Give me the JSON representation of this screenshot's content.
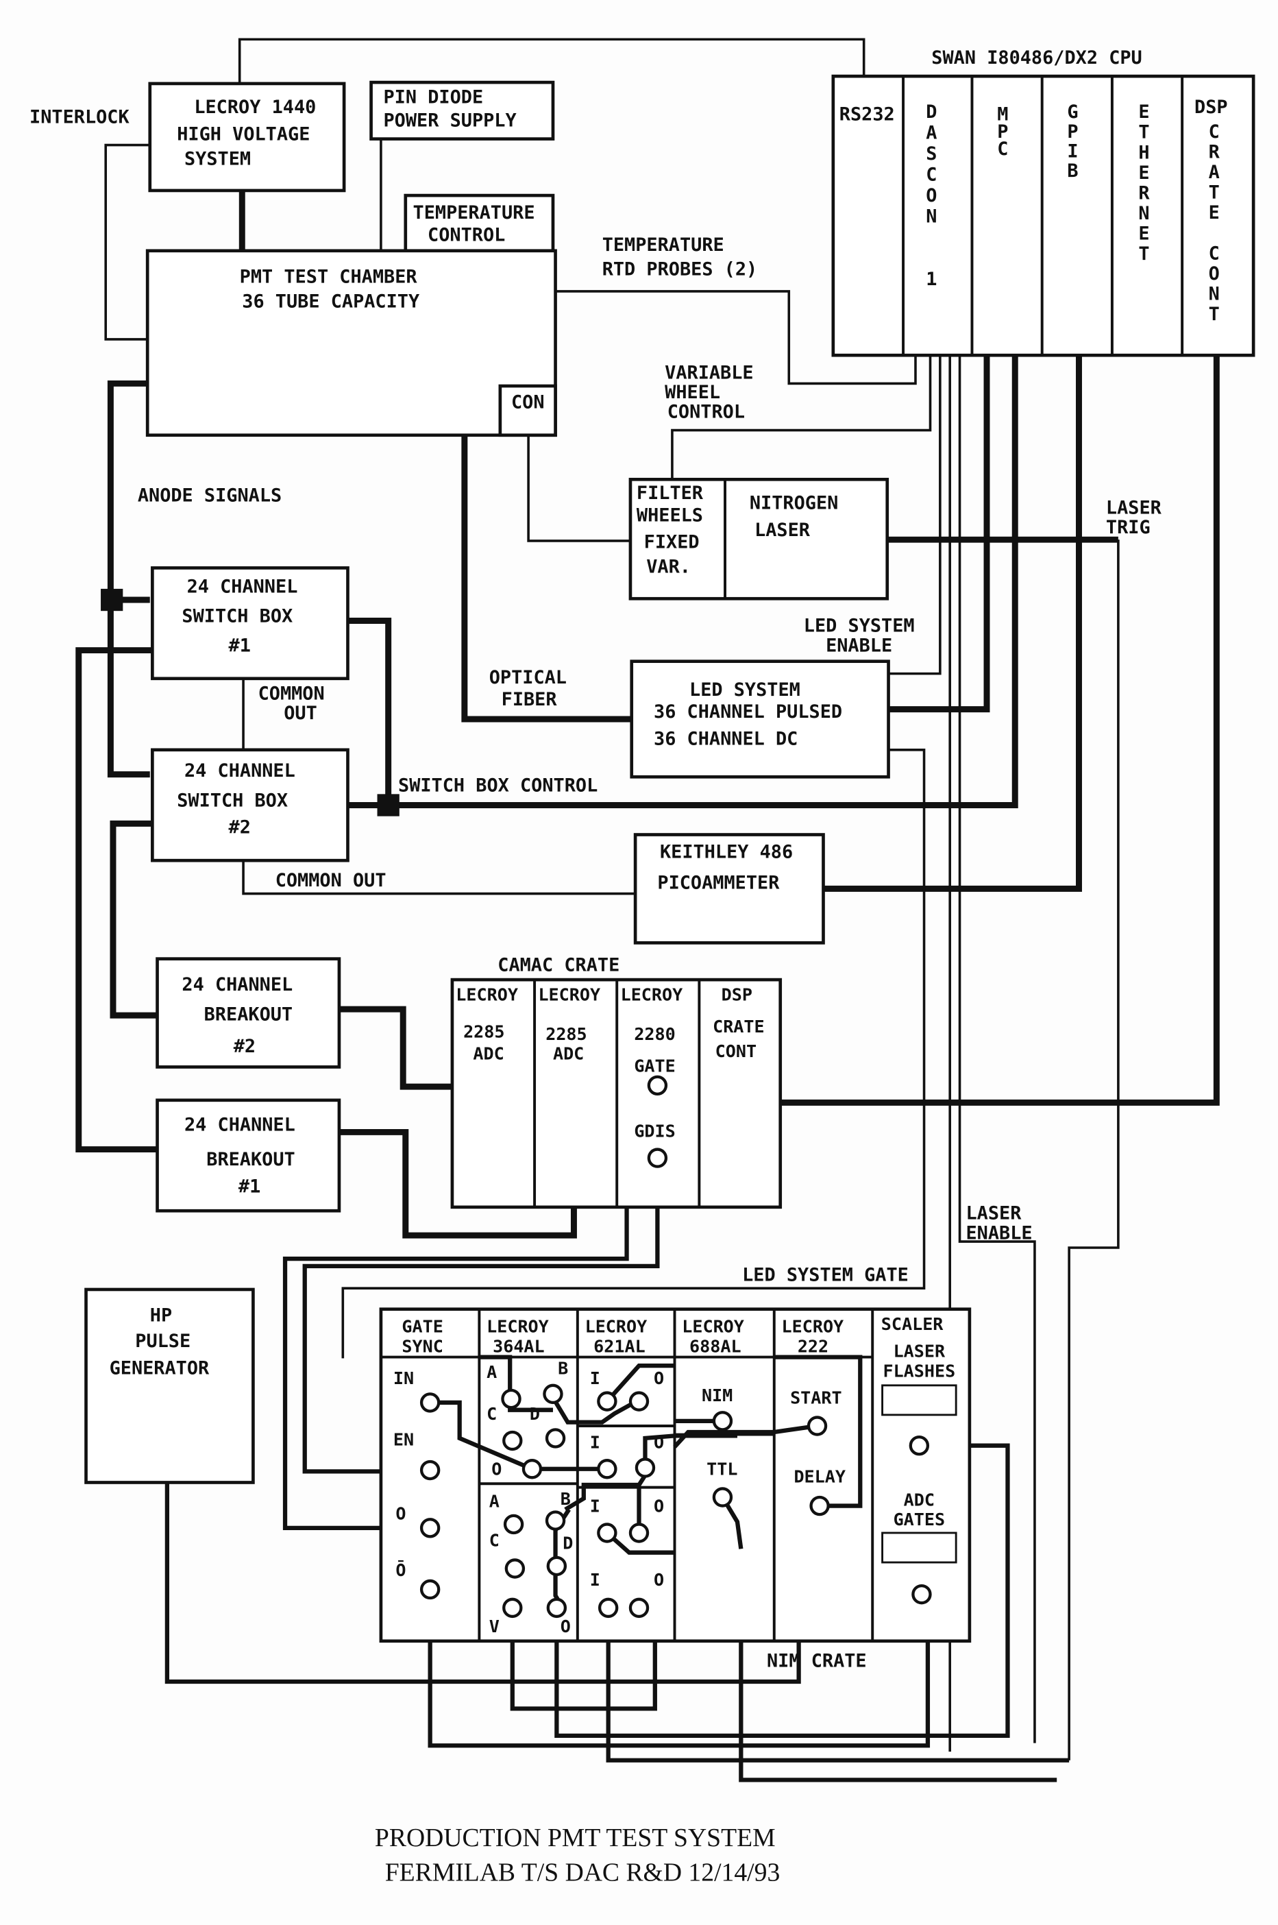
{
  "diagram": {
    "title": "PRODUCTION PMT TEST SYSTEM",
    "subtitle": "FERMILAB T/S DAC R&D 12/14/93",
    "labels": {
      "interlock": "INTERLOCK",
      "temperature_probes_1": "TEMPERATURE",
      "temperature_probes_2": "RTD PROBES (2)",
      "variable_wheel_1": "VARIABLE",
      "variable_wheel_2": "WHEEL",
      "variable_wheel_3": "CONTROL",
      "anode_signals": "ANODE SIGNALS",
      "laser_trig_1": "LASER",
      "laser_trig_2": "TRIG",
      "led_enable_1": "LED SYSTEM",
      "led_enable_2": "ENABLE",
      "optical_fiber_1": "OPTICAL",
      "optical_fiber_2": "FIBER",
      "common_out_1a": "COMMON",
      "common_out_1b": "OUT",
      "switch_box_control": "SWITCH BOX CONTROL",
      "common_out_2": "COMMON OUT",
      "camac_crate": "CAMAC CRATE",
      "laser_enable_1": "LASER",
      "laser_enable_2": "ENABLE",
      "led_system_gate": "LED SYSTEM GATE",
      "nim_crate": "NIM CRATE"
    },
    "boxes": {
      "hv": [
        "LECROY 1440",
        "HIGH VOLTAGE",
        "SYSTEM"
      ],
      "pin": [
        "PIN DIODE",
        "POWER SUPPLY"
      ],
      "temp": [
        "TEMPERATURE",
        "CONTROL"
      ],
      "chamber": [
        "PMT TEST CHAMBER",
        "36 TUBE CAPACITY"
      ],
      "con": "CON",
      "filter": [
        "FILTER",
        "WHEELS",
        "FIXED",
        "VAR."
      ],
      "laser": [
        "NITROGEN",
        "LASER"
      ],
      "switch1": [
        "24 CHANNEL",
        "SWITCH BOX",
        "#1"
      ],
      "switch2": [
        "24 CHANNEL",
        "SWITCH BOX",
        "#2"
      ],
      "led": [
        "LED SYSTEM",
        "36 CHANNEL PULSED",
        "36 CHANNEL DC"
      ],
      "keithley": [
        "KEITHLEY 486",
        "PICOAMMETER"
      ],
      "breakout2": [
        "24 CHANNEL",
        "BREAKOUT",
        "#2"
      ],
      "breakout1": [
        "24 CHANNEL",
        "BREAKOUT",
        "#1"
      ],
      "hp": [
        "HP",
        "PULSE",
        "GENERATOR"
      ]
    },
    "cpu": {
      "title": "SWAN I80486/DX2 CPU",
      "slots": [
        {
          "label": "RS232"
        },
        {
          "label": "DASCON",
          "sub": "1"
        },
        {
          "label": "MPC"
        },
        {
          "label": "GPIB"
        },
        {
          "label": "ETHERNET"
        },
        {
          "label": "DSP",
          "sub": "CRATE CONT"
        }
      ]
    },
    "camac": {
      "modules": [
        {
          "l1": "LECROY",
          "l2": "2285",
          "l3": "ADC"
        },
        {
          "l1": "LECROY",
          "l2": "2285",
          "l3": "ADC"
        },
        {
          "l1": "LECROY",
          "l2": "2280",
          "l3": "GATE",
          "l4": "GDIS"
        },
        {
          "l1": "DSP",
          "l2": "CRATE",
          "l3": "CONT"
        }
      ]
    },
    "nim": {
      "modules": [
        {
          "l1": "GATE",
          "l2": "SYNC",
          "ports": [
            "IN",
            "EN",
            "O",
            "Ō"
          ]
        },
        {
          "l1": "LECROY",
          "l2": "364AL",
          "ports": [
            "A",
            "B",
            "C",
            "D",
            "O",
            "A",
            "B",
            "C",
            "D",
            "V",
            "O"
          ]
        },
        {
          "l1": "LECROY",
          "l2": "621AL",
          "ports": [
            "I",
            "O",
            "I",
            "O",
            "I",
            "O",
            "I",
            "O"
          ]
        },
        {
          "l1": "LECROY",
          "l2": "688AL",
          "ports": [
            "NIM",
            "TTL"
          ]
        },
        {
          "l1": "LECROY",
          "l2": "222",
          "ports": [
            "START",
            "DELAY"
          ]
        },
        {
          "l1": "SCALER",
          "l2": "LASER FLASHES",
          "l3": "ADC GATES"
        }
      ]
    }
  }
}
